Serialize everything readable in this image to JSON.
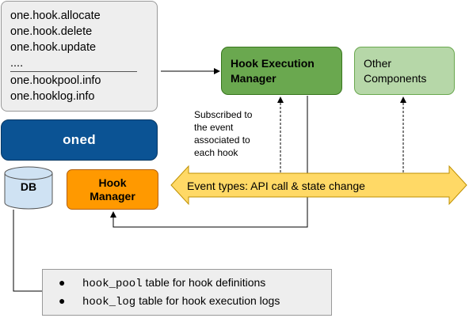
{
  "api": {
    "lines": [
      "one.hook.allocate",
      "one.hook.delete",
      "one.hook.update",
      "....",
      "one.hookpool.info",
      "one.hooklog.info"
    ]
  },
  "oned": {
    "label": "oned"
  },
  "db": {
    "label": "DB"
  },
  "hook_manager": {
    "label": "Hook\nManager"
  },
  "hook_execution_manager": {
    "label": "Hook Execution\nManager"
  },
  "other_components": {
    "label": "Other\nComponents"
  },
  "subscribed_note": "Subscribed to\nthe event\nassociated to\neach hook",
  "event_types": {
    "label": "Event types: API call & state change"
  },
  "tables": {
    "items": [
      {
        "code": "hook_pool",
        "text": " table for hook definitions"
      },
      {
        "code": "hook_log",
        "text": " table for hook execution logs"
      }
    ]
  },
  "colors": {
    "oned": "#0b5394",
    "hook_manager": "#ff9900",
    "hook_execution_manager": "#6aa84f",
    "other_components": "#b6d7a8",
    "event_bar": "#ffd966",
    "db": "#cfe2f3"
  }
}
